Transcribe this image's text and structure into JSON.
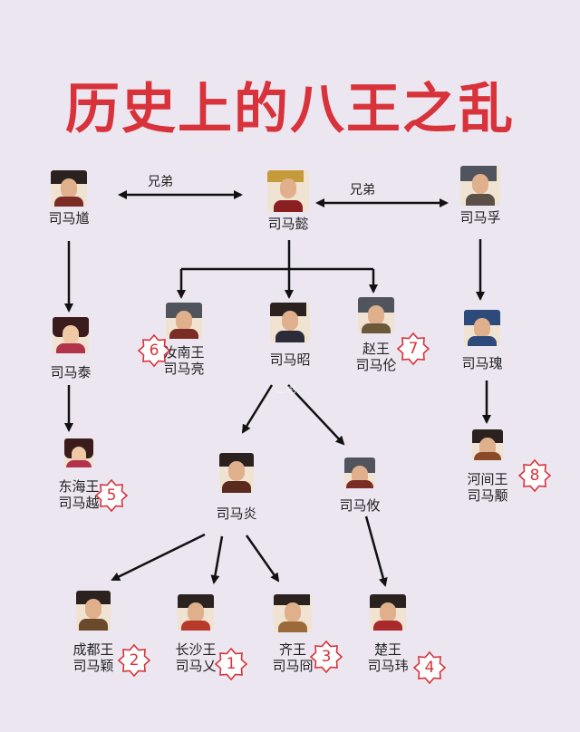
{
  "title": "历史上的八王之乱",
  "relations": {
    "brothers_left": "兄弟",
    "brothers_right": "兄弟"
  },
  "people": {
    "sima_kui": "司马馗",
    "sima_yi": "司马懿",
    "sima_fu": "司马孚",
    "sima_tai": "司马泰",
    "sima_liang": [
      "汝南王",
      "司马亮"
    ],
    "sima_zhao": "司马昭",
    "sima_lun": [
      "赵王",
      "司马伦"
    ],
    "sima_gui": "司马瑰",
    "sima_yue": [
      "东海王",
      "司马越"
    ],
    "sima_yan": "司马炎",
    "sima_you": "司马攸",
    "sima_yong": [
      "河间王",
      "司马颙"
    ],
    "sima_ying": [
      "成都王",
      "司马颖"
    ],
    "sima_ai": [
      "长沙王",
      "司马乂"
    ],
    "sima_jiong": [
      "齐王",
      "司马冏"
    ],
    "sima_wei": [
      "楚王",
      "司马玮"
    ]
  },
  "order_numbers": {
    "sima_ai": "1",
    "sima_ying": "2",
    "sima_jiong": "3",
    "sima_wei": "4",
    "sima_yue": "5",
    "sima_liang": "6",
    "sima_lun": "7",
    "sima_yong": "8"
  },
  "watermark": "…书"
}
